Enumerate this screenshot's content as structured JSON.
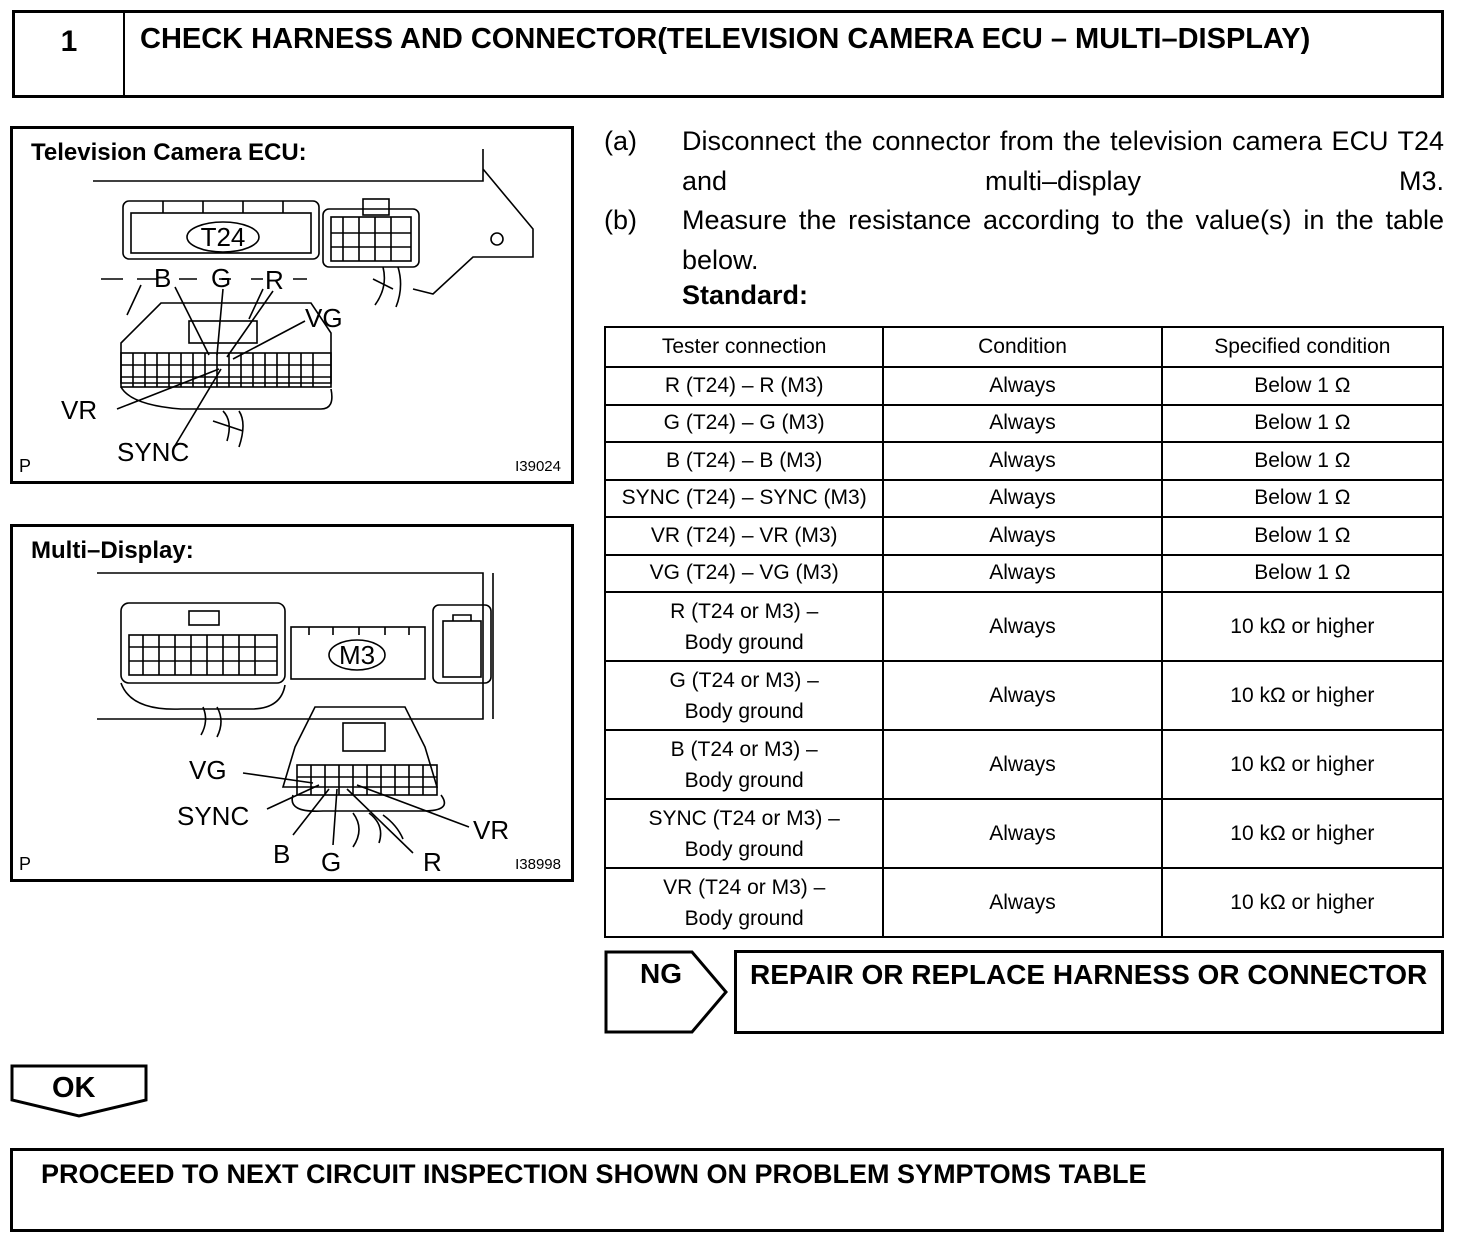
{
  "step": {
    "number": "1",
    "title": "CHECK HARNESS AND CONNECTOR(TELEVISION CAMERA ECU – MULTI–DISPLAY)"
  },
  "figure_ecu": {
    "title": "Television Camera ECU:",
    "connector": "T24",
    "labels": [
      "B",
      "G",
      "R",
      "VG",
      "VR",
      "SYNC"
    ],
    "corner": "P",
    "id": "I39024"
  },
  "figure_multi_display": {
    "title": "Multi–Display:",
    "connector": "M3",
    "labels": [
      "VG",
      "SYNC",
      "B",
      "G",
      "R",
      "VR"
    ],
    "corner": "P",
    "id": "I38998"
  },
  "instructions": [
    {
      "tag": "(a)",
      "text": "Disconnect the connector from the television camera ECU T24 and multi–display M3."
    },
    {
      "tag": "(b)",
      "text": "Measure the resistance according to the value(s) in the table below."
    }
  ],
  "standard_label": "Standard:",
  "table": {
    "headers": [
      "Tester connection",
      "Condition",
      "Specified condition"
    ],
    "rows": [
      {
        "connection": "R (T24) – R (M3)",
        "condition": "Always",
        "specified": "Below 1 Ω"
      },
      {
        "connection": "G (T24) – G (M3)",
        "condition": "Always",
        "specified": "Below 1 Ω"
      },
      {
        "connection": "B (T24) – B (M3)",
        "condition": "Always",
        "specified": "Below 1 Ω"
      },
      {
        "connection": "SYNC (T24) – SYNC (M3)",
        "condition": "Always",
        "specified": "Below 1 Ω"
      },
      {
        "connection": "VR (T24) – VR (M3)",
        "condition": "Always",
        "specified": "Below 1 Ω"
      },
      {
        "connection": "VG (T24) – VG (M3)",
        "condition": "Always",
        "specified": "Below 1 Ω"
      },
      {
        "connection_l1": "R (T24 or M3) –",
        "connection_l2": "Body ground",
        "condition": "Always",
        "specified": "10 kΩ or higher"
      },
      {
        "connection_l1": "G (T24 or M3) –",
        "connection_l2": "Body ground",
        "condition": "Always",
        "specified": "10 kΩ or higher"
      },
      {
        "connection_l1": "B (T24 or M3) –",
        "connection_l2": "Body ground",
        "condition": "Always",
        "specified": "10 kΩ or higher"
      },
      {
        "connection_l1": "SYNC (T24 or M3) –",
        "connection_l2": "Body ground",
        "condition": "Always",
        "specified": "10 kΩ or higher"
      },
      {
        "connection_l1": "VR (T24 or M3) –",
        "connection_l2": "Body ground",
        "condition": "Always",
        "specified": "10 kΩ or higher"
      }
    ]
  },
  "ng": {
    "label": "NG",
    "action": "REPAIR OR REPLACE HARNESS OR CONNECTOR"
  },
  "ok": {
    "label": "OK"
  },
  "proceed": {
    "text": "PROCEED TO NEXT CIRCUIT INSPECTION SHOWN ON PROBLEM SYMPTOMS TABLE"
  }
}
